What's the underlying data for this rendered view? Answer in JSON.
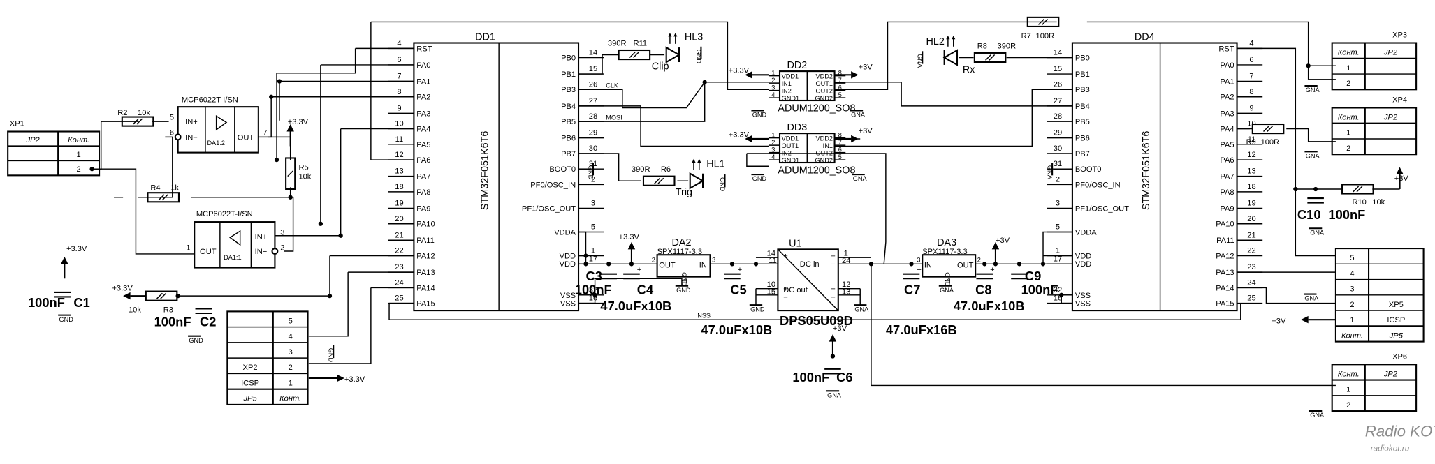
{
  "mcu_left": {
    "ref": "DD1",
    "part": "STM32F051K6T6",
    "left_pins": [
      {
        "num": "4",
        "name": "RST"
      },
      {
        "num": "6",
        "name": "PA0"
      },
      {
        "num": "7",
        "name": "PA1"
      },
      {
        "num": "8",
        "name": "PA2"
      },
      {
        "num": "9",
        "name": "PA3"
      },
      {
        "num": "10",
        "name": "PA4"
      },
      {
        "num": "11",
        "name": "PA5"
      },
      {
        "num": "12",
        "name": "PA6"
      },
      {
        "num": "13",
        "name": "PA7"
      },
      {
        "num": "18",
        "name": "PA8"
      },
      {
        "num": "19",
        "name": "PA9"
      },
      {
        "num": "20",
        "name": "PA10"
      },
      {
        "num": "21",
        "name": "PA11"
      },
      {
        "num": "22",
        "name": "PA12"
      },
      {
        "num": "23",
        "name": "PA13"
      },
      {
        "num": "24",
        "name": "PA14"
      },
      {
        "num": "25",
        "name": "PA15"
      }
    ],
    "right_pins": [
      {
        "num": "14",
        "name": "PB0"
      },
      {
        "num": "15",
        "name": "PB1"
      },
      {
        "num": "26",
        "name": "PB3"
      },
      {
        "num": "27",
        "name": "PB4"
      },
      {
        "num": "28",
        "name": "PB5"
      },
      {
        "num": "29",
        "name": "PB6"
      },
      {
        "num": "30",
        "name": "PB7"
      },
      {
        "num": "31",
        "name": "BOOT0"
      },
      {
        "num": "2",
        "name": "PF0/OSC_IN"
      },
      {
        "num": "3",
        "name": "PF1/OSC_OUT"
      },
      {
        "num": "5",
        "name": "VDDA"
      },
      {
        "num": "1",
        "name": "VDD"
      },
      {
        "num": "17",
        "name": "VDD"
      },
      {
        "num": "32",
        "name": "VSS"
      },
      {
        "num": "16",
        "name": "VSS"
      }
    ]
  },
  "mcu_right": {
    "ref": "DD4",
    "part": "STM32F051K6T6",
    "left_pins": [
      {
        "num": "14",
        "name": "PB0"
      },
      {
        "num": "15",
        "name": "PB1"
      },
      {
        "num": "26",
        "name": "PB3"
      },
      {
        "num": "27",
        "name": "PB4"
      },
      {
        "num": "28",
        "name": "PB5"
      },
      {
        "num": "29",
        "name": "PB6"
      },
      {
        "num": "30",
        "name": "PB7"
      },
      {
        "num": "31",
        "name": "BOOT0"
      },
      {
        "num": "2",
        "name": "PF0/OSC_IN"
      },
      {
        "num": "3",
        "name": "PF1/OSC_OUT"
      },
      {
        "num": "5",
        "name": "VDDA"
      },
      {
        "num": "1",
        "name": "VDD"
      },
      {
        "num": "17",
        "name": "VDD"
      },
      {
        "num": "32",
        "name": "VSS"
      },
      {
        "num": "16",
        "name": "VSS"
      }
    ],
    "right_pins": [
      {
        "num": "4",
        "name": "RST"
      },
      {
        "num": "6",
        "name": "PA0"
      },
      {
        "num": "7",
        "name": "PA1"
      },
      {
        "num": "8",
        "name": "PA2"
      },
      {
        "num": "9",
        "name": "PA3"
      },
      {
        "num": "10",
        "name": "PA4"
      },
      {
        "num": "11",
        "name": "PA5"
      },
      {
        "num": "12",
        "name": "PA6"
      },
      {
        "num": "13",
        "name": "PA7"
      },
      {
        "num": "18",
        "name": "PA8"
      },
      {
        "num": "19",
        "name": "PA9"
      },
      {
        "num": "20",
        "name": "PA10"
      },
      {
        "num": "21",
        "name": "PA11"
      },
      {
        "num": "22",
        "name": "PA12"
      },
      {
        "num": "23",
        "name": "PA13"
      },
      {
        "num": "24",
        "name": "PA14"
      },
      {
        "num": "25",
        "name": "PA15"
      }
    ]
  },
  "isolators": [
    {
      "ref": "DD2",
      "part": "ADUM1200_SO8",
      "left_pins": [
        "VDD1",
        "IN1",
        "IN2",
        "GND1"
      ],
      "left_nums": [
        "1",
        "2",
        "3",
        "4"
      ],
      "right_pins": [
        "VDD2",
        "OUT1",
        "OUT2",
        "GND2"
      ],
      "right_nums": [
        "8",
        "7",
        "6",
        "5"
      ]
    },
    {
      "ref": "DD3",
      "part": "ADUM1200_SO8",
      "left_pins": [
        "VDD1",
        "OUT1",
        "IN2",
        "GND1"
      ],
      "left_nums": [
        "1",
        "2",
        "3",
        "4"
      ],
      "right_pins": [
        "VDD2",
        "IN1",
        "OUT2",
        "GND2"
      ],
      "right_nums": [
        "8",
        "7",
        "6",
        "5"
      ]
    }
  ],
  "opamps": [
    {
      "part": "MCP6022T-I/SN",
      "unit": "DA1:2",
      "pins": {
        "inp": "IN+",
        "inn": "IN−",
        "out": "OUT"
      },
      "nums": [
        "5",
        "6",
        "7"
      ]
    },
    {
      "part": "MCP6022T-I/SN",
      "unit": "DA1:1",
      "pins": {
        "inp": "IN+",
        "inn": "IN−",
        "out": "OUT"
      },
      "nums": [
        "3",
        "2",
        "1"
      ]
    }
  ],
  "regulators": [
    {
      "ref": "DA2",
      "part": "SPX1117-3.3",
      "pins": {
        "out": "OUT",
        "gnd": "GND",
        "in": "IN"
      },
      "nums": [
        "2",
        "1",
        "3"
      ]
    },
    {
      "ref": "DA3",
      "part": "SPX1117-3.3",
      "pins": {
        "in": "IN",
        "gnd": "GND",
        "out": "OUT"
      },
      "nums": [
        "3",
        "1",
        "2"
      ]
    }
  ],
  "dcdc": {
    "ref": "U1",
    "part": "DPS05U09D",
    "pins": [
      "DC in",
      "DC out"
    ],
    "nums": [
      "14",
      "11",
      "1",
      "24",
      "10",
      "15",
      "12",
      "13"
    ]
  },
  "resistors": [
    {
      "ref": "R2",
      "value": "10k"
    },
    {
      "ref": "R4",
      "value": "1k"
    },
    {
      "ref": "R5",
      "value": "10k"
    },
    {
      "ref": "R3",
      "value": "10k"
    },
    {
      "ref": "R11",
      "value": "390R"
    },
    {
      "ref": "R6",
      "value": "390R"
    },
    {
      "ref": "R7",
      "value": "100R"
    },
    {
      "ref": "R8",
      "value": "390R"
    },
    {
      "ref": "R9",
      "value": "100R"
    },
    {
      "ref": "R10",
      "value": "10k"
    }
  ],
  "capacitors": [
    {
      "ref": "C1",
      "value": "100nF"
    },
    {
      "ref": "C2",
      "value": "100nF"
    },
    {
      "ref": "C3",
      "value": "100nF"
    },
    {
      "ref": "C4",
      "value": "47.0uFx10B"
    },
    {
      "ref": "C5",
      "value": "47.0uFx10B"
    },
    {
      "ref": "C6",
      "value": "100nF"
    },
    {
      "ref": "C7",
      "value": "47.0uFx16B"
    },
    {
      "ref": "C8",
      "value": "47.0uFx10B"
    },
    {
      "ref": "C9",
      "value": "100nF"
    },
    {
      "ref": "C10",
      "value": "100nF"
    }
  ],
  "leds": [
    {
      "ref": "HL3",
      "label": "Clip"
    },
    {
      "ref": "HL1",
      "label": "Trig"
    },
    {
      "ref": "HL2",
      "label": "Rx"
    }
  ],
  "nets": {
    "p33": "+3.3V",
    "p3": "+3V",
    "gnd": "GND",
    "gna": "GNA",
    "clk": "CLK",
    "mosi": "MOSI",
    "nss": "NSS"
  },
  "connectors": {
    "xp1": {
      "ref": "XP1",
      "head": [
        "JP2",
        "Конт."
      ],
      "rows": [
        [
          "",
          "1"
        ],
        [
          "",
          "2"
        ]
      ]
    },
    "xp3": {
      "ref": "XP3",
      "head": [
        "Конт.",
        "JP2"
      ],
      "rows": [
        [
          "1",
          ""
        ],
        [
          "2",
          ""
        ]
      ]
    },
    "xp4": {
      "ref": "XP4",
      "head": [
        "Конт.",
        "JP2"
      ],
      "rows": [
        [
          "1",
          ""
        ],
        [
          "2",
          ""
        ]
      ]
    },
    "xp6": {
      "ref": "XP6",
      "head": [
        "Конт.",
        "JP2"
      ],
      "rows": [
        [
          "1",
          ""
        ],
        [
          "2",
          ""
        ]
      ]
    },
    "xp2": {
      "rows": [
        [
          "",
          "5"
        ],
        [
          "",
          "4"
        ],
        [
          "",
          "3"
        ],
        [
          "XP2",
          "2"
        ],
        [
          "ICSP",
          "1"
        ]
      ],
      "foot": [
        "JP5",
        "Конт."
      ]
    },
    "xp5": {
      "rows": [
        [
          "5",
          ""
        ],
        [
          "4",
          ""
        ],
        [
          "3",
          ""
        ],
        [
          "2",
          "XP5"
        ],
        [
          "1",
          "ICSP"
        ]
      ],
      "foot": [
        "Конт.",
        "JP5"
      ]
    }
  },
  "watermark": {
    "line1": "Radio KOT",
    "line2": "radiokot.ru"
  }
}
